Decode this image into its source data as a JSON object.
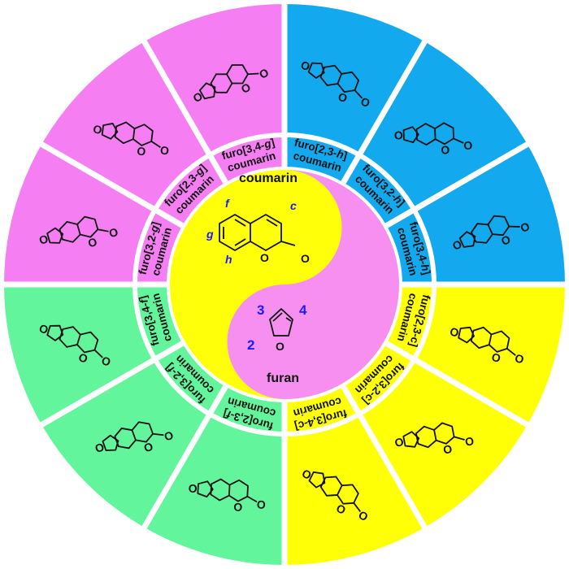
{
  "colors": {
    "magenta": "#f47ef2",
    "blue": "#12a9ee",
    "yellow": "#ffff05",
    "green": "#63f59c",
    "center_pink": "#f78ff0",
    "center_yellow": "#ffff0a"
  },
  "center": {
    "coumarin_title": "coumarin",
    "furan_title": "furan",
    "coumarin_positions": {
      "f": "f",
      "g": "g",
      "h": "h",
      "c": "c"
    },
    "furan_positions": {
      "n2": "2",
      "n3": "3",
      "n4": "4"
    },
    "atom_o": "O"
  },
  "segments": [
    {
      "id": "furo-3-4-g",
      "quadrant": "magenta",
      "label_line1_pre": "furo[3,4-",
      "label_line1_italic": "g",
      "label_line1_post": "]",
      "label_line2": "coumarin"
    },
    {
      "id": "furo-2-3-g",
      "quadrant": "magenta",
      "label_line1_pre": "furo[2,3-",
      "label_line1_italic": "g",
      "label_line1_post": "]",
      "label_line2": "coumarin"
    },
    {
      "id": "furo-3-2-g",
      "quadrant": "magenta",
      "label_line1_pre": "furo[3,2-",
      "label_line1_italic": "g",
      "label_line1_post": "]",
      "label_line2": "coumarin"
    },
    {
      "id": "furo-2-3-h",
      "quadrant": "blue",
      "label_line1_pre": "furo[2,3-",
      "label_line1_italic": "h",
      "label_line1_post": "]",
      "label_line2": "coumarin"
    },
    {
      "id": "furo-3-2-h",
      "quadrant": "blue",
      "label_line1_pre": "furo[3,2-",
      "label_line1_italic": "h",
      "label_line1_post": "]",
      "label_line2": "coumarin"
    },
    {
      "id": "furo-3-4-h",
      "quadrant": "blue",
      "label_line1_pre": "furo[3,4-",
      "label_line1_italic": "h",
      "label_line1_post": "]",
      "label_line2": "coumarin"
    },
    {
      "id": "furo-2-3-c",
      "quadrant": "yellow",
      "label_line1_pre": "furo[2,3-c]",
      "label_line1_italic": "",
      "label_line1_post": "",
      "label_line2": "coumarin"
    },
    {
      "id": "furo-3-2-c",
      "quadrant": "yellow",
      "label_line1_pre": "furo[3,2-c]",
      "label_line1_italic": "",
      "label_line1_post": "",
      "label_line2": "coumarin"
    },
    {
      "id": "furo-3-4-c",
      "quadrant": "yellow",
      "label_line1_pre": "furo[3,4-c]",
      "label_line1_italic": "",
      "label_line1_post": "",
      "label_line2": "coumarin"
    },
    {
      "id": "furo-2-3-f",
      "quadrant": "green",
      "label_line1_pre": "furo[2,3-",
      "label_line1_italic": "f",
      "label_line1_post": "]",
      "label_line2": "coumarin"
    },
    {
      "id": "furo-3-2-f",
      "quadrant": "green",
      "label_line1_pre": "furo[3,2-",
      "label_line1_italic": "f",
      "label_line1_post": "]",
      "label_line2": "coumarin"
    },
    {
      "id": "furo-3-4-f",
      "quadrant": "green",
      "label_line1_pre": "furo[3,4-",
      "label_line1_italic": "f",
      "label_line1_post": "]",
      "label_line2": "coumarin"
    }
  ]
}
